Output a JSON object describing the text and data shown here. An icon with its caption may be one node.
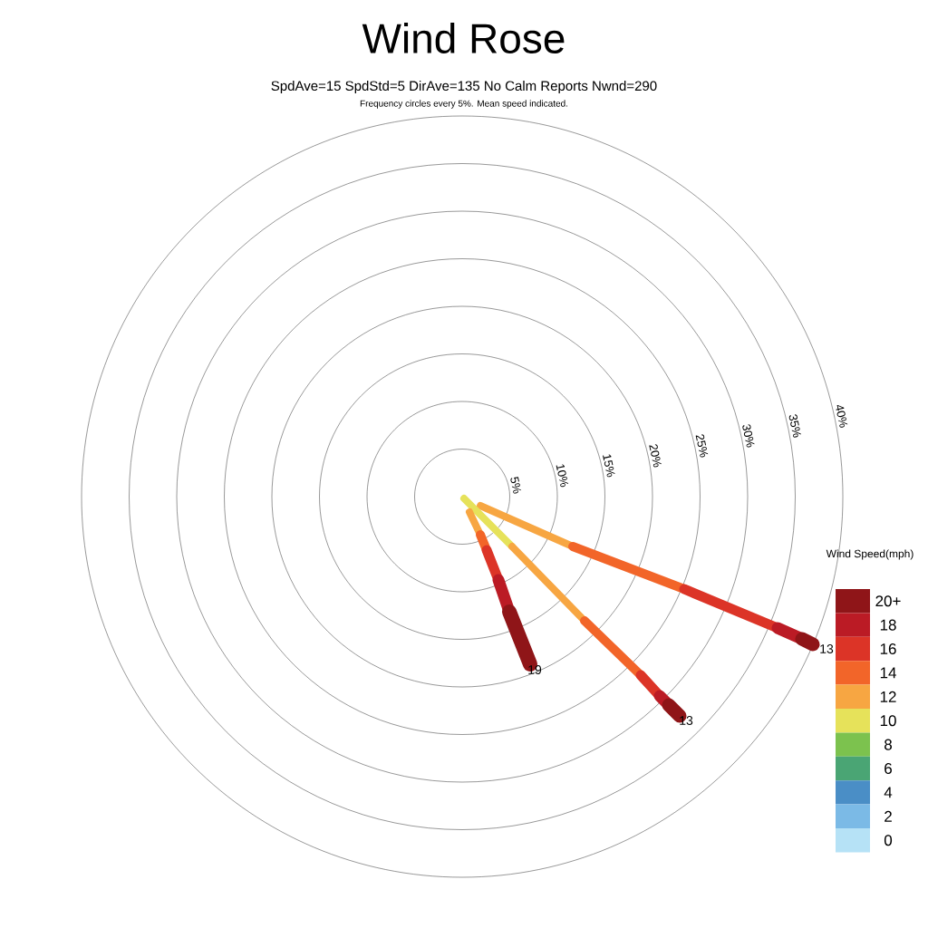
{
  "diagram": {
    "title": "Wind Rose",
    "labels": [
      "SpdAve=15  SpdStd=5  DirAve=135   No Calm Reports  Nwnd=290",
      "Frequency circles every 5%. Mean speed indicated.",
      "5%",
      "10%",
      "15%",
      "20%",
      "25%",
      "30%",
      "35%",
      "40%",
      "Wind Speed(mph)",
      "13",
      "19",
      "13"
    ],
    "legend": [
      {
        "text": "20+",
        "color": "#8f1518"
      },
      {
        "text": "18",
        "color": "#bb1b25"
      },
      {
        "text": "16",
        "color": "#dc3427"
      },
      {
        "text": "14",
        "color": "#f26529"
      },
      {
        "text": "12",
        "color": "#f7a642"
      },
      {
        "text": "10",
        "color": "#e6e25a"
      },
      {
        "text": "8",
        "color": "#7cc24e"
      },
      {
        "text": "6",
        "color": "#4aa574"
      },
      {
        "text": "4",
        "color": "#4a8ec6"
      },
      {
        "text": "2",
        "color": "#7bbae6"
      },
      {
        "text": "0",
        "color": "#b6e2f6"
      }
    ]
  }
}
